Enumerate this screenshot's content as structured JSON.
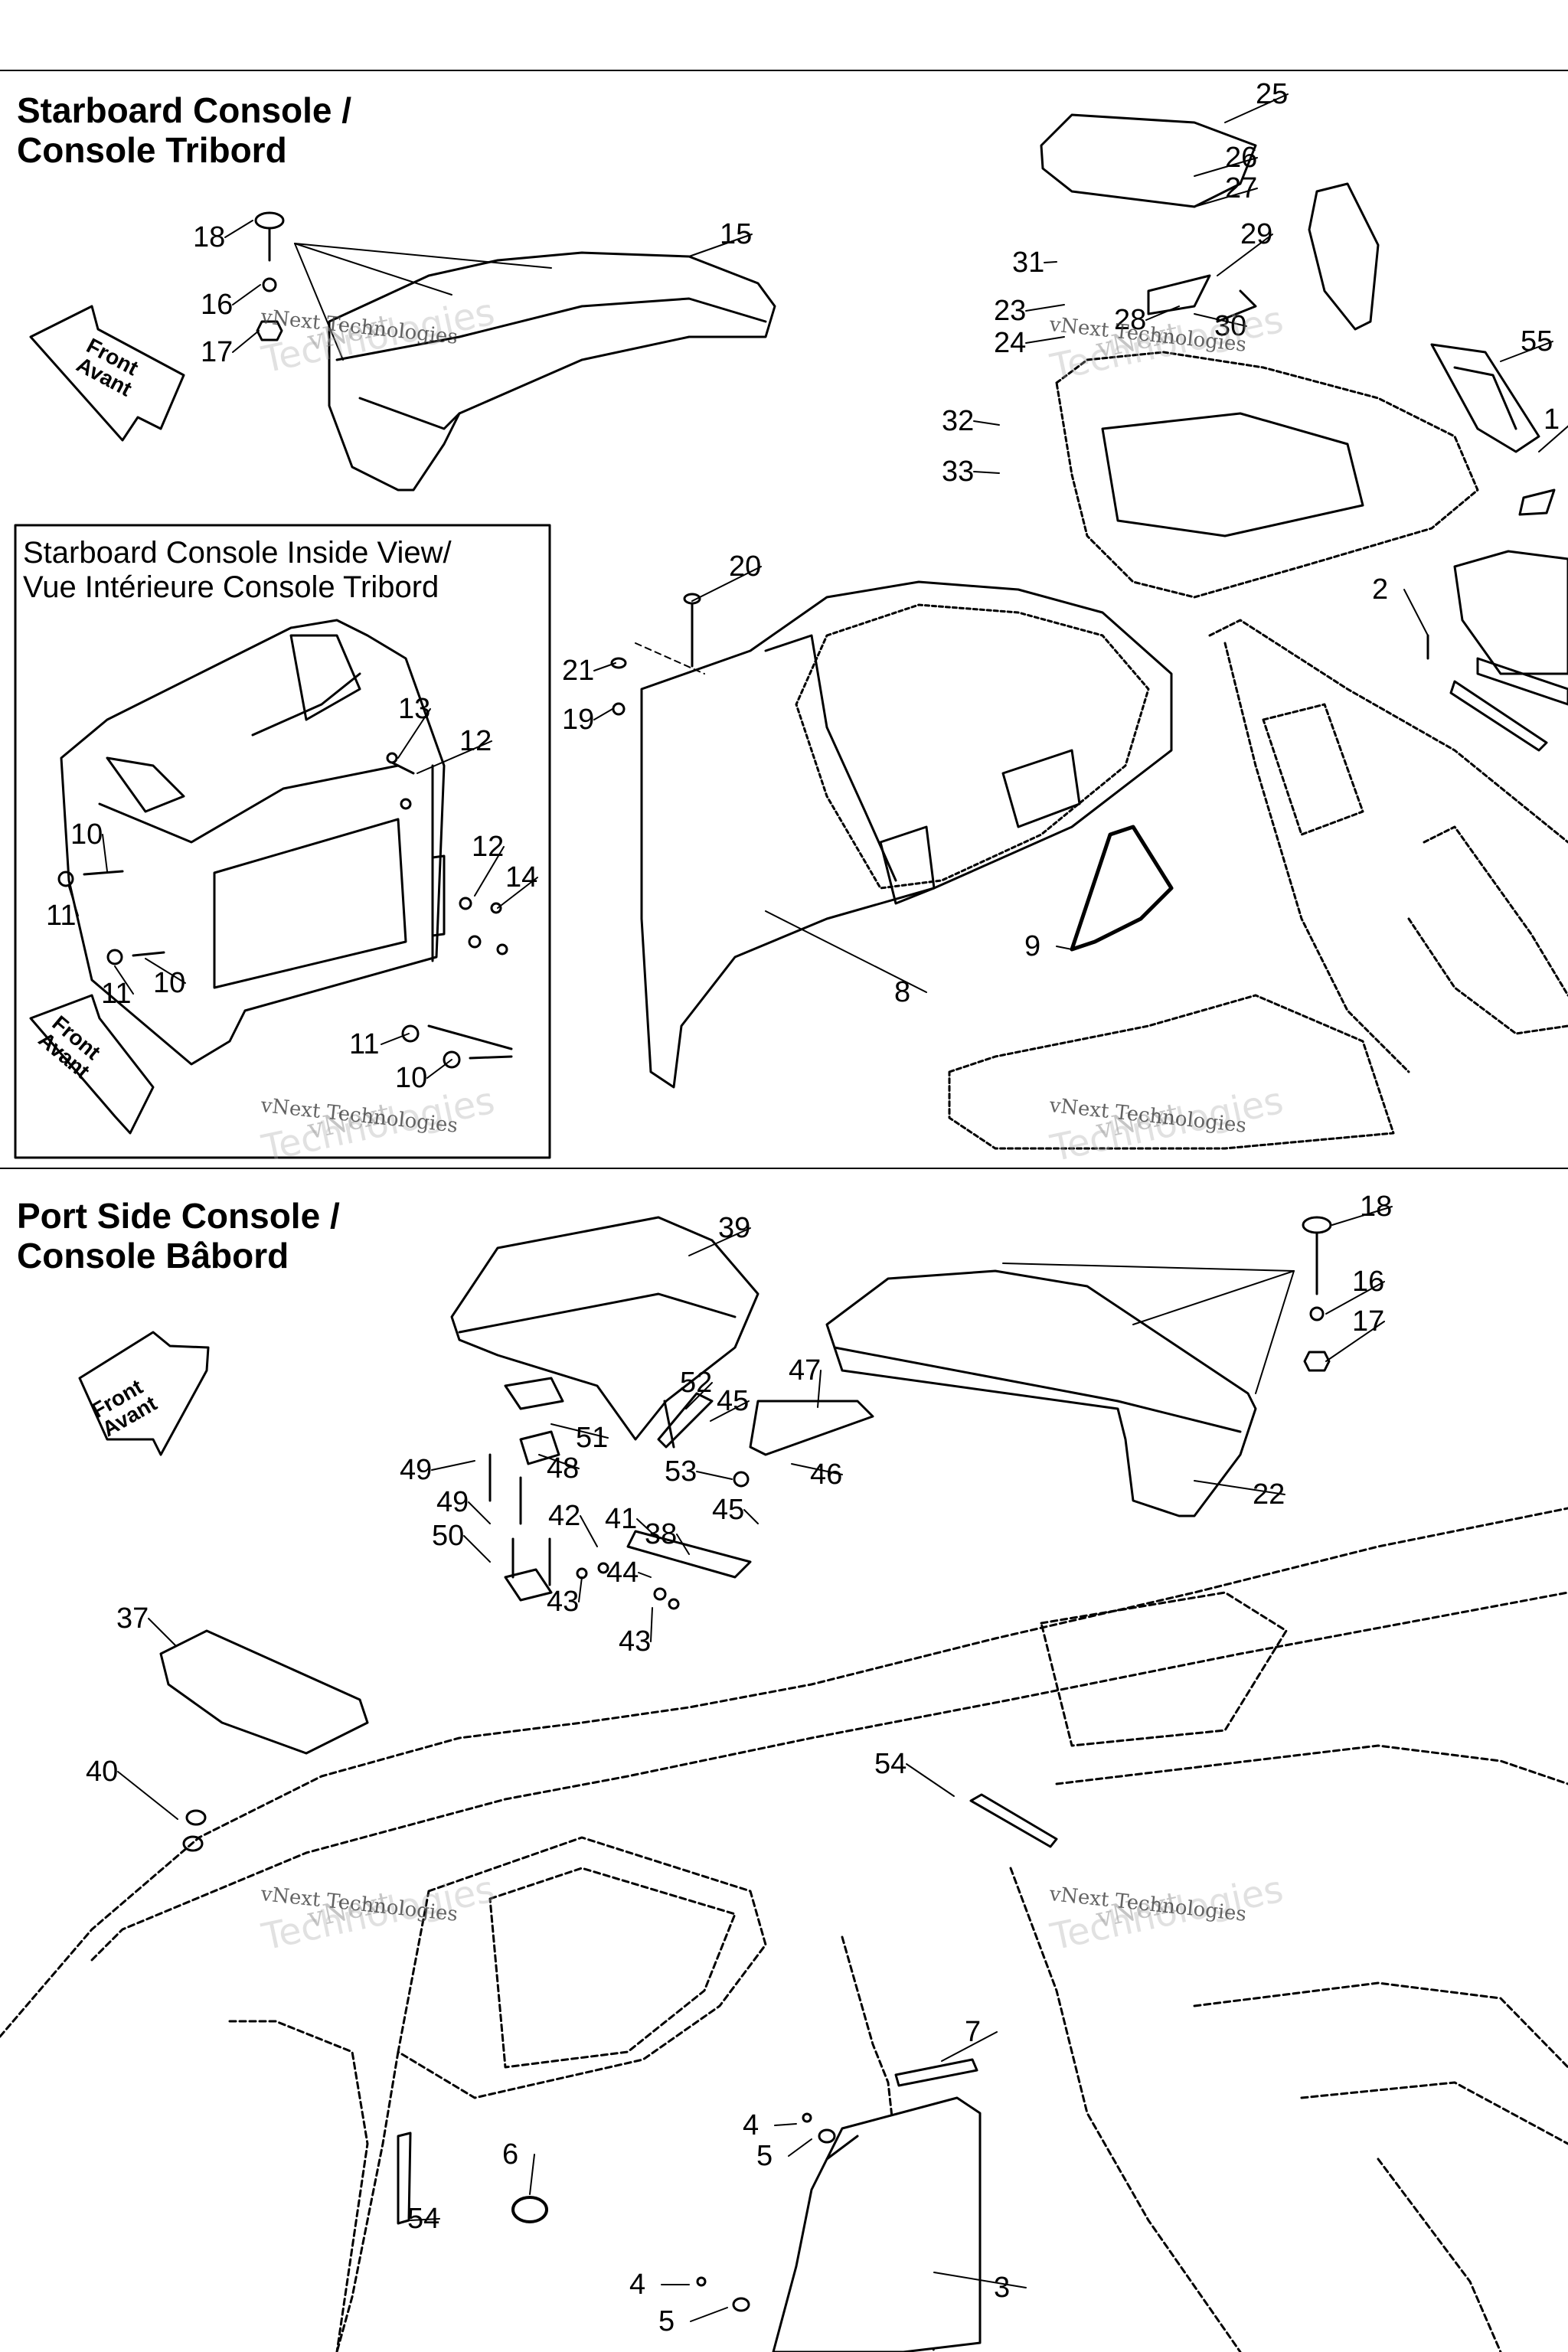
{
  "sections": {
    "starboard": {
      "title_en": "Starboard Console /",
      "title_fr": "Console Tribord"
    },
    "inset": {
      "caption_en": "Starboard Console Inside View/",
      "caption_fr": "Vue Intérieure Console Tribord"
    },
    "port": {
      "title_en": "Port Side Console /",
      "title_fr": "Console Bâbord"
    }
  },
  "direction_arrow": {
    "line1": "Front",
    "line2": "Avant"
  },
  "watermark": {
    "line1": "vNext",
    "line2": "Technologies",
    "line3": "vNext Technologies"
  },
  "callouts": [
    "1",
    "2",
    "3",
    "4",
    "5",
    "6",
    "7",
    "8",
    "9",
    "10",
    "11",
    "12",
    "13",
    "14",
    "15",
    "16",
    "17",
    "18",
    "19",
    "20",
    "21",
    "22",
    "23",
    "24",
    "25",
    "26",
    "27",
    "28",
    "29",
    "30",
    "31",
    "32",
    "33",
    "37",
    "38",
    "39",
    "40",
    "41",
    "42",
    "43",
    "44",
    "45",
    "46",
    "47",
    "48",
    "49",
    "50",
    "51",
    "52",
    "53",
    "54",
    "55"
  ]
}
